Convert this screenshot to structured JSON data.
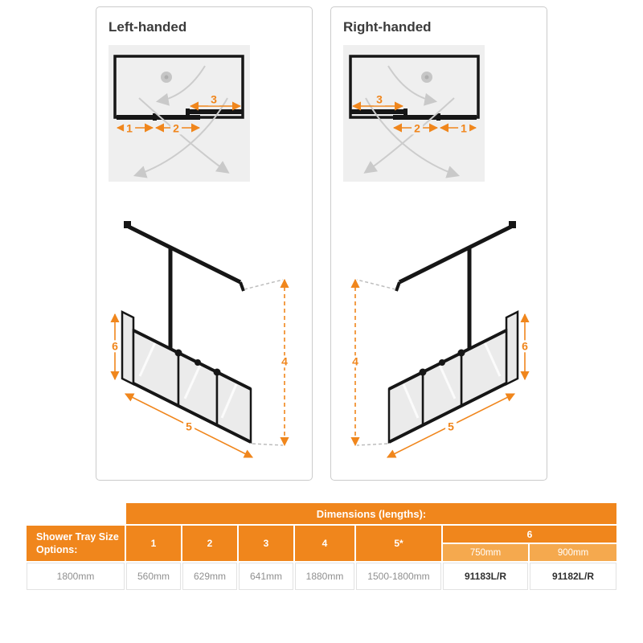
{
  "panels": {
    "left": {
      "title": "Left-handed",
      "labels": {
        "n1": "1",
        "n2": "2",
        "n3": "3",
        "n4": "4",
        "n5": "5",
        "n6": "6"
      }
    },
    "right": {
      "title": "Right-handed",
      "labels": {
        "n1": "1",
        "n2": "2",
        "n3": "3",
        "n4": "4",
        "n5": "5",
        "n6": "6"
      }
    }
  },
  "table": {
    "title": "Dimensions (lengths):",
    "row_header": "Shower Tray Size Options:",
    "columns": [
      "1",
      "2",
      "3",
      "4",
      "5*",
      "6"
    ],
    "col6_options": [
      "750mm",
      "900mm"
    ],
    "rows": [
      {
        "tray": "1800mm",
        "c1": "560mm",
        "c2": "629mm",
        "c3": "641mm",
        "c4": "1880mm",
        "c5": "1500-1800mm",
        "c6_750": "91183L/R",
        "c6_900": "91182L/R"
      }
    ]
  },
  "colors": {
    "accent": "#F0861C",
    "accent_light": "#F5A94E"
  }
}
